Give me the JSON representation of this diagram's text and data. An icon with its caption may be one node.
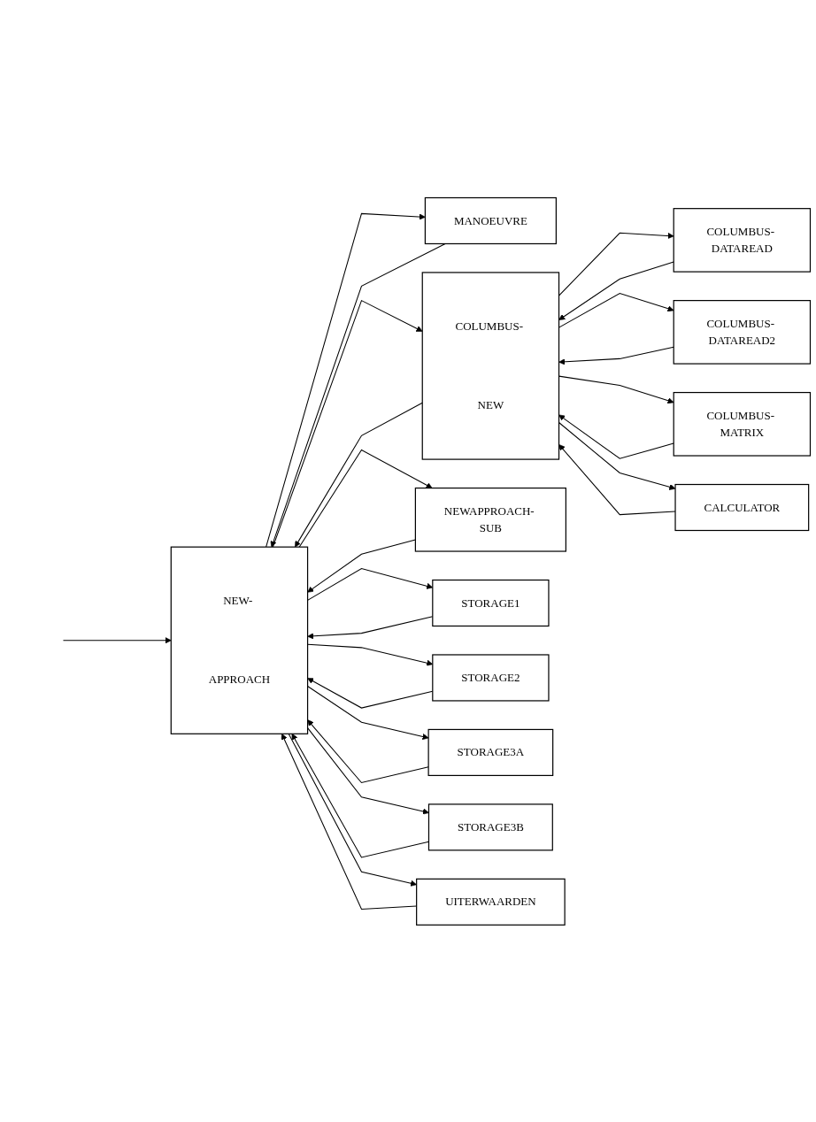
{
  "diagram": {
    "nodes": [
      {
        "text": [
          "NEW- APPROACH"
        ]
      },
      {
        "text": [
          "MANOEUVRE"
        ]
      },
      {
        "text": [
          "COLUMBUS- NEW"
        ]
      },
      {
        "text": [
          "COLUMBUS- DATAREAD"
        ]
      },
      {
        "text": [
          "COLUMBUS- DATAREAD2"
        ]
      },
      {
        "text": [
          "COLUMBUS- MATRIX"
        ]
      },
      {
        "text": [
          "CALCULATOR"
        ]
      },
      {
        "text": [
          "NEWAPPROACH- SUB"
        ]
      },
      {
        "text": [
          "STORAGE1"
        ]
      },
      {
        "text": [
          "STORAGE2"
        ]
      },
      {
        "text": [
          "STORAGE3A"
        ]
      },
      {
        "text": [
          "STORAGE3B"
        ]
      },
      {
        "text": [
          "UITERWAARDEN"
        ]
      }
    ],
    "edges": [
      {
        "from": null,
        "to": 0,
        "arrow": "to"
      },
      {
        "from": 0,
        "to": 1,
        "arrow": "to"
      },
      {
        "from": 1,
        "to": 0,
        "arrow": "to"
      },
      {
        "from": 0,
        "to": 2,
        "arrow": "to"
      },
      {
        "from": 2,
        "to": 0,
        "arrow": "to"
      },
      {
        "from": 2,
        "to": 3,
        "arrow": "to"
      },
      {
        "from": 3,
        "to": 2,
        "arrow": "to"
      },
      {
        "from": 2,
        "to": 4,
        "arrow": "to"
      },
      {
        "from": 4,
        "to": 2,
        "arrow": "to"
      },
      {
        "from": 2,
        "to": 5,
        "arrow": "to"
      },
      {
        "from": 5,
        "to": 2,
        "arrow": "to"
      },
      {
        "from": 2,
        "to": 6,
        "arrow": "to"
      },
      {
        "from": 6,
        "to": 2,
        "arrow": "to"
      },
      {
        "from": 0,
        "to": 7,
        "arrow": "to"
      },
      {
        "from": 7,
        "to": 0,
        "arrow": "to"
      },
      {
        "from": 0,
        "to": 8,
        "arrow": "to"
      },
      {
        "from": 8,
        "to": 0,
        "arrow": "to"
      },
      {
        "from": 0,
        "to": 9,
        "arrow": "to"
      },
      {
        "from": 9,
        "to": 0,
        "arrow": "to"
      },
      {
        "from": 0,
        "to": 10,
        "arrow": "to"
      },
      {
        "from": 10,
        "to": 0,
        "arrow": "to"
      },
      {
        "from": 0,
        "to": 11,
        "arrow": "to"
      },
      {
        "from": 11,
        "to": 0,
        "arrow": "to"
      },
      {
        "from": 0,
        "to": 12,
        "arrow": "to"
      },
      {
        "from": 12,
        "to": 0,
        "arrow": "to"
      }
    ]
  }
}
